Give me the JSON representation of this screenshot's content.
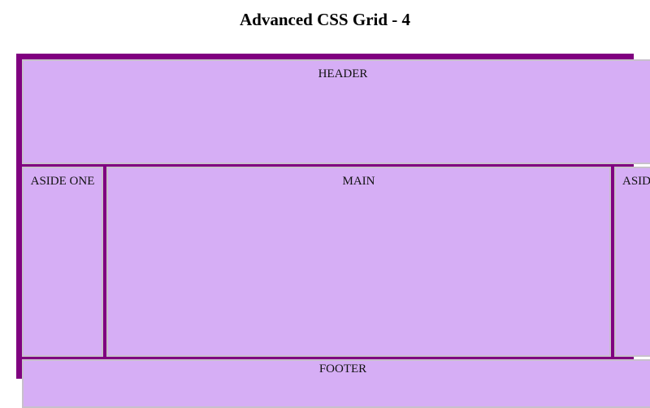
{
  "page": {
    "title": "Advanced CSS Grid - 4"
  },
  "grid": {
    "header": "HEADER",
    "aside_one": "ASIDE ONE",
    "main": "MAIN",
    "aside_two": "ASIDE TWO",
    "footer": "FOOTER"
  },
  "colors": {
    "container": "#800080",
    "cell": "#d6aef5",
    "cell_border": "#c8c0cc"
  }
}
